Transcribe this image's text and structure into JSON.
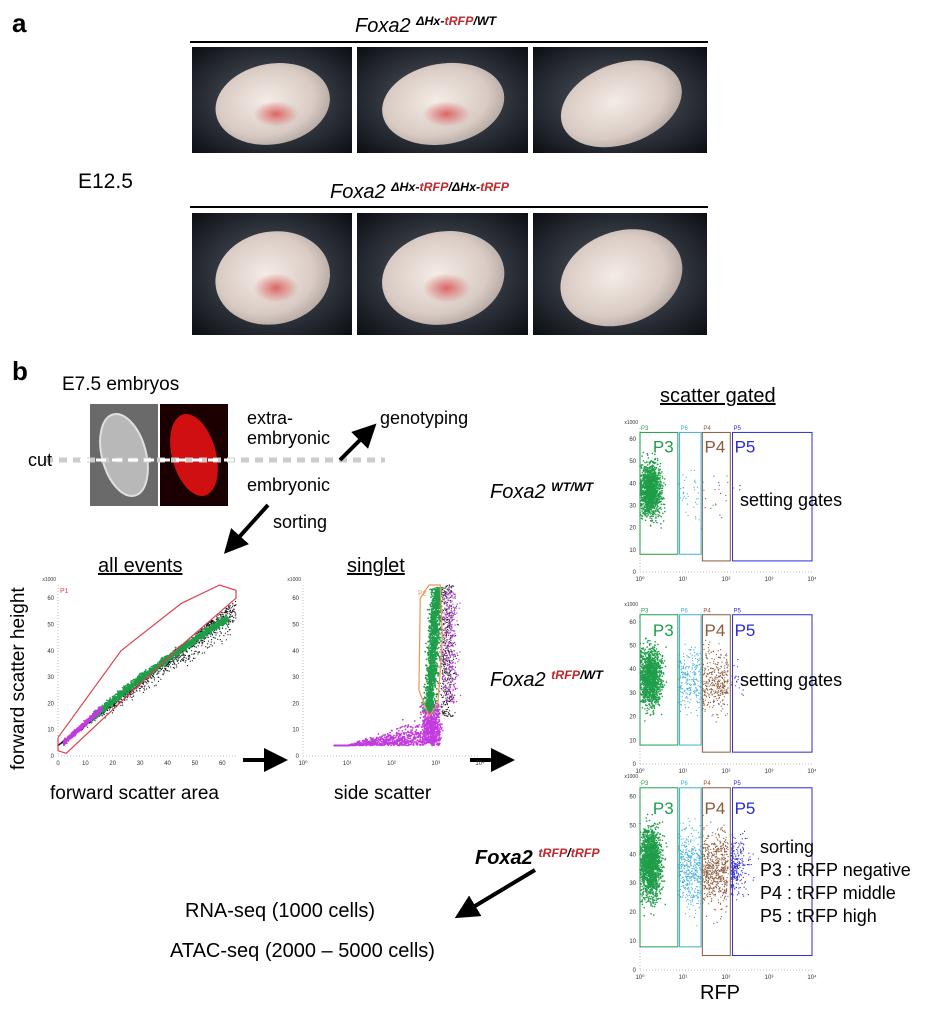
{
  "panel_a": {
    "label": "a",
    "stage": "E12.5",
    "row1_title": {
      "gene": "Foxa2",
      "sup1": "ΔHx-",
      "sup_red": "tRFP",
      "sup2": "/WT"
    },
    "row2_title": {
      "gene": "Foxa2",
      "sup1": "ΔHx-",
      "sup_red": "tRFP",
      "sup2": "/ΔHx-",
      "sup_red2": "tRFP"
    }
  },
  "panel_b": {
    "label": "b",
    "embryos_title": "E7.5 embryos",
    "cut": "cut",
    "extra_line1": "extra-",
    "extra_line2": "embryonic",
    "genotyping": "genotyping",
    "embryonic": "embryonic",
    "sorting": "sorting",
    "all_events": {
      "title": "all events",
      "ylabel": "forward scatter height",
      "xlabel": "forward scatter area",
      "gate": "P1",
      "yticks": [
        "0",
        "10",
        "20",
        "30",
        "40",
        "50",
        "60"
      ],
      "xticks": [
        "0",
        "10",
        "20",
        "30",
        "40",
        "50",
        "60"
      ],
      "multiplier": "x1000"
    },
    "singlet": {
      "title": "singlet",
      "xlabel": "side scatter",
      "gate": "P2",
      "yticks": [
        "0",
        "10",
        "20",
        "30",
        "40",
        "50",
        "60"
      ],
      "xticks": [
        "10⁰",
        "10¹",
        "10²",
        "10³",
        "10⁴"
      ],
      "multiplier": "x1000"
    },
    "scatter_gated": {
      "title": "scatter gated",
      "xlabel": "RFP",
      "gate_labels": [
        "P3",
        "P6",
        "P4",
        "P5"
      ],
      "big_labels": [
        "P3",
        "P4",
        "P5"
      ],
      "yticks": [
        "0",
        "10",
        "20",
        "30",
        "40",
        "50",
        "60"
      ],
      "xticks": [
        "10⁰",
        "10¹",
        "10²",
        "10³",
        "10⁴"
      ],
      "multiplier": "x1000",
      "rows": [
        {
          "gene": "Foxa2",
          "sup": "WT/WT",
          "sup_red": "",
          "sup2": "",
          "note": "setting gates"
        },
        {
          "gene": "Foxa2",
          "sup": "",
          "sup_red": "tRFP",
          "sup2": "/WT",
          "note": "setting gates"
        },
        {
          "gene": "Foxa2",
          "sup": "",
          "sup_red": "tRFP",
          "sup2": "/",
          "sup_red2": "tRFP"
        }
      ],
      "sorting_notes": [
        "sorting",
        "P3 : tRFP negative",
        "P4 : tRFP middle",
        "P5 : tRFP high"
      ]
    },
    "outputs": [
      "RNA-seq (1000 cells)",
      "ATAC-seq (2000 – 5000 cells)"
    ]
  },
  "colors": {
    "green": "#1f9e4a",
    "cyan": "#3fb0d8",
    "brown": "#8b5a3c",
    "blue": "#2b2bd6",
    "magenta": "#c23be0",
    "red_gate": "#e04050",
    "orange_gate": "#e8965a",
    "tRFP_red": "#c0282c"
  }
}
